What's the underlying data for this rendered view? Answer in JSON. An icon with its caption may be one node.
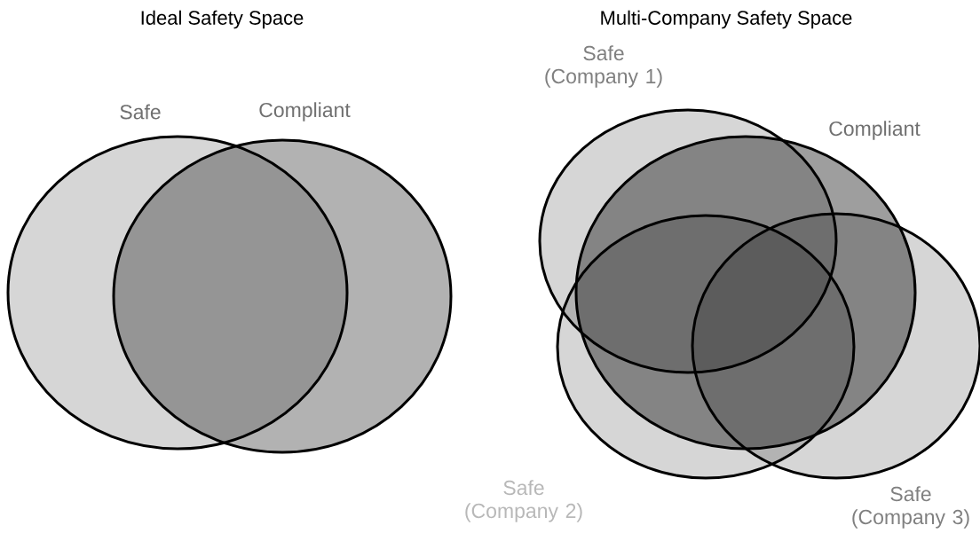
{
  "diagram": {
    "nodes": [
      {
        "text": [
          "Safe"
        ]
      },
      {
        "text": [
          "Compliant"
        ]
      },
      {
        "text": [
          "Safe (Company 1)"
        ]
      },
      {
        "text": [
          "Compliant"
        ]
      },
      {
        "text": [
          "Safe (Company 2)"
        ]
      },
      {
        "text": [
          "Safe (Company 3)"
        ]
      }
    ],
    "labels": [
      "Ideal Safety Space",
      "Multi-Company Safety Space"
    ]
  }
}
